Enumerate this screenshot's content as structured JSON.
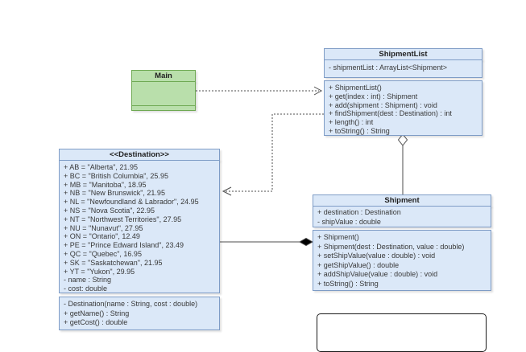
{
  "colors": {
    "class_fill": "#dbe8f8",
    "class_border": "#7e9cc6",
    "main_fill": "#b9dfab",
    "main_border": "#6fa953",
    "line_color": "#4d4d4d",
    "text_color": "#383838",
    "note_border": "#1a1a1a"
  },
  "classes": {
    "main": {
      "title": "Main",
      "attributes": [],
      "methods": []
    },
    "shipment_list": {
      "title": "ShipmentList",
      "attributes": [
        "- shipmentList : ArrayList<Shipment>"
      ],
      "methods": [
        "+ ShipmentList()",
        "+ get(index : int) : Shipment",
        "+ add(shipment : Shipment) : void",
        "+ findShipment(dest : Destination) : int",
        "+ length() : int",
        "+ toString() : String"
      ]
    },
    "destination": {
      "title": "<<Destination>>",
      "attributes": [
        "+ AB = \"Alberta\", 21.95",
        "+ BC = \"British Columbia\", 25.95",
        "+ MB = \"Manitoba\", 18.95",
        "+ NB = \"New Brunswick\", 21.95",
        "+ NL = \"Newfoundland & Labrador\", 24.95",
        "+ NS = \"Nova Scotia\", 22.95",
        "+ NT = \"Northwest Territories\", 27.95",
        "+ NU = \"Nunavut\", 27.95",
        "+ ON = \"Ontario\", 12.49",
        "+ PE = \"Prince Edward Island\", 23.49",
        "+ QC = \"Quebec\", 16.95",
        "+ SK = \"Saskatchewan\", 21.95",
        "+ YT = \"Yukon\", 29.95",
        "- name : String",
        "- cost: double"
      ],
      "methods": [
        "- Destination(name : String, cost : double)",
        "+ getName() : String",
        "+ getCost() : double"
      ]
    },
    "shipment": {
      "title": "Shipment",
      "attributes": [
        "+ destination : Destination",
        "- shipValue : double"
      ],
      "methods": [
        "+ Shipment()",
        "+ Shipment(dest : Destination, value : double)",
        "+ setShipValue(value : double) : void",
        "+ getShipValue() : double",
        "+ addShipValue(value : double) : void",
        "+ toString() : String"
      ]
    }
  },
  "relationships": [
    {
      "from": "Main",
      "to": "ShipmentList",
      "type": "dependency",
      "line": "dashed",
      "marker": "open-arrow"
    },
    {
      "from": "ShipmentList",
      "to": "Destination",
      "type": "dependency",
      "line": "dashed",
      "marker": "open-arrow"
    },
    {
      "from": "ShipmentList",
      "to": "Shipment",
      "type": "aggregation",
      "line": "solid",
      "marker": "hollow-diamond-at-ShipmentList"
    },
    {
      "from": "Shipment",
      "to": "Destination",
      "type": "composition",
      "line": "solid",
      "marker": "filled-diamond-at-Shipment"
    }
  ]
}
